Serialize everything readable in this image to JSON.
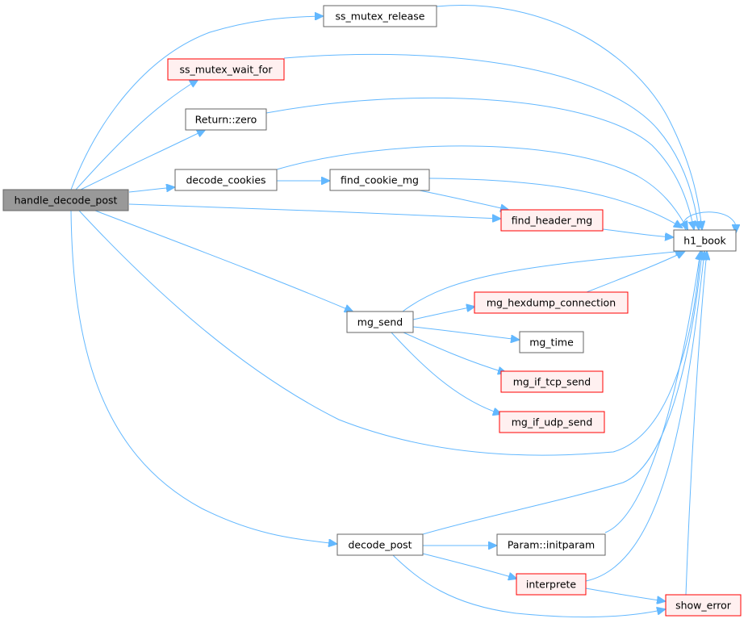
{
  "graph": {
    "colors": {
      "edge": "#63b8ff",
      "root_fill": "#999999",
      "root_border": "#666666",
      "normal_fill": "#ffffff",
      "normal_border": "#666666",
      "truncated_fill": "#fff0f0",
      "truncated_border": "#ff0000"
    },
    "nodes": [
      {
        "id": "handle_decode_post",
        "label": "handle_decode_post",
        "kind": "root"
      },
      {
        "id": "ss_mutex_release",
        "label": "ss_mutex_release",
        "kind": "normal"
      },
      {
        "id": "ss_mutex_wait_for",
        "label": "ss_mutex_wait_for",
        "kind": "truncated"
      },
      {
        "id": "return_zero",
        "label": "Return::zero",
        "kind": "normal"
      },
      {
        "id": "decode_cookies",
        "label": "decode_cookies",
        "kind": "normal"
      },
      {
        "id": "find_cookie_mg",
        "label": "find_cookie_mg",
        "kind": "normal"
      },
      {
        "id": "find_header_mg",
        "label": "find_header_mg",
        "kind": "truncated"
      },
      {
        "id": "h1_book",
        "label": "h1_book",
        "kind": "normal"
      },
      {
        "id": "mg_hexdump_connection",
        "label": "mg_hexdump_connection",
        "kind": "truncated"
      },
      {
        "id": "mg_send",
        "label": "mg_send",
        "kind": "normal"
      },
      {
        "id": "mg_time",
        "label": "mg_time",
        "kind": "normal"
      },
      {
        "id": "mg_if_tcp_send",
        "label": "mg_if_tcp_send",
        "kind": "truncated"
      },
      {
        "id": "mg_if_udp_send",
        "label": "mg_if_udp_send",
        "kind": "truncated"
      },
      {
        "id": "decode_post",
        "label": "decode_post",
        "kind": "normal"
      },
      {
        "id": "param_initparam",
        "label": "Param::initparam",
        "kind": "normal"
      },
      {
        "id": "interprete",
        "label": "interprete",
        "kind": "truncated"
      },
      {
        "id": "show_error",
        "label": "show_error",
        "kind": "truncated"
      }
    ],
    "edges": [
      {
        "from": "handle_decode_post",
        "to": "ss_mutex_release"
      },
      {
        "from": "handle_decode_post",
        "to": "ss_mutex_wait_for"
      },
      {
        "from": "handle_decode_post",
        "to": "return_zero"
      },
      {
        "from": "handle_decode_post",
        "to": "decode_cookies"
      },
      {
        "from": "handle_decode_post",
        "to": "find_header_mg"
      },
      {
        "from": "handle_decode_post",
        "to": "mg_send"
      },
      {
        "from": "handle_decode_post",
        "to": "h1_book"
      },
      {
        "from": "handle_decode_post",
        "to": "decode_post"
      },
      {
        "from": "ss_mutex_release",
        "to": "h1_book"
      },
      {
        "from": "ss_mutex_wait_for",
        "to": "h1_book"
      },
      {
        "from": "return_zero",
        "to": "h1_book"
      },
      {
        "from": "decode_cookies",
        "to": "find_cookie_mg"
      },
      {
        "from": "decode_cookies",
        "to": "h1_book"
      },
      {
        "from": "find_cookie_mg",
        "to": "find_header_mg"
      },
      {
        "from": "find_cookie_mg",
        "to": "h1_book"
      },
      {
        "from": "find_header_mg",
        "to": "h1_book"
      },
      {
        "from": "h1_book",
        "to": "h1_book"
      },
      {
        "from": "mg_send",
        "to": "h1_book"
      },
      {
        "from": "mg_send",
        "to": "mg_hexdump_connection"
      },
      {
        "from": "mg_send",
        "to": "mg_time"
      },
      {
        "from": "mg_send",
        "to": "mg_if_tcp_send"
      },
      {
        "from": "mg_send",
        "to": "mg_if_udp_send"
      },
      {
        "from": "mg_hexdump_connection",
        "to": "h1_book"
      },
      {
        "from": "decode_post",
        "to": "h1_book"
      },
      {
        "from": "decode_post",
        "to": "param_initparam"
      },
      {
        "from": "decode_post",
        "to": "interprete"
      },
      {
        "from": "decode_post",
        "to": "show_error"
      },
      {
        "from": "param_initparam",
        "to": "h1_book"
      },
      {
        "from": "interprete",
        "to": "h1_book"
      },
      {
        "from": "interprete",
        "to": "show_error"
      },
      {
        "from": "show_error",
        "to": "h1_book"
      }
    ]
  }
}
